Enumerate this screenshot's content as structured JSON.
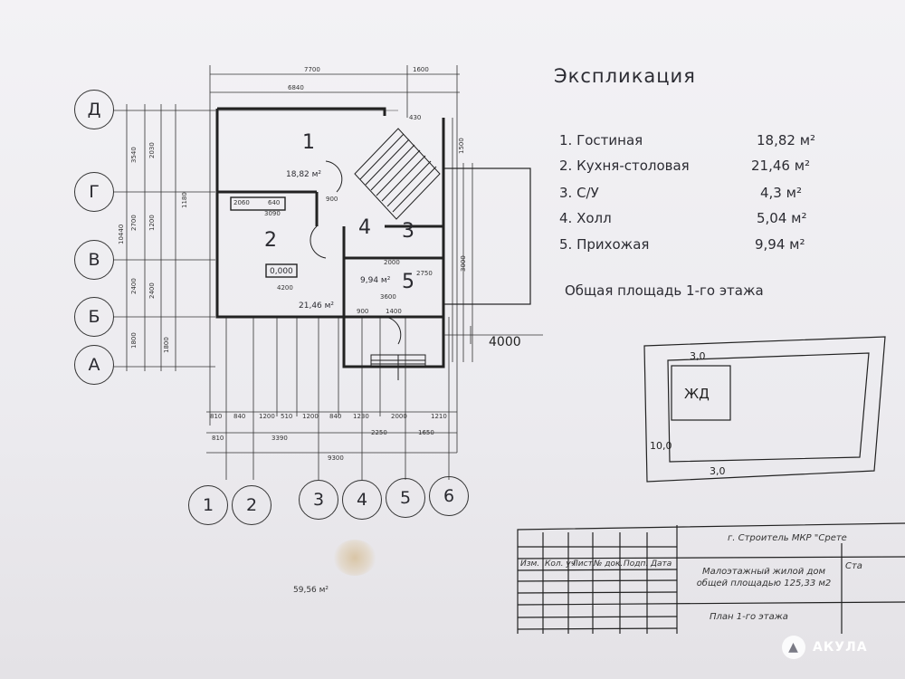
{
  "sheet_title": "Экспликация",
  "explication": [
    {
      "name": "1. Гостиная",
      "area": "18,82 м²"
    },
    {
      "name": "2. Кухня-столовая",
      "area": "21,46 м²"
    },
    {
      "name": "3. С/У",
      "area": "4,3 м²"
    },
    {
      "name": "4. Холл",
      "area": "5,04 м²"
    },
    {
      "name": "5. Прихожая",
      "area": "9,94 м²"
    }
  ],
  "total_area_label": "Общая площадь 1-го этажа",
  "axes_letters": [
    "Д",
    "Г",
    "В",
    "Б",
    "А"
  ],
  "axes_numbers": [
    "1",
    "2",
    "3",
    "4",
    "5",
    "6"
  ],
  "plan": {
    "room_numbers": [
      "1",
      "2",
      "3",
      "4",
      "5"
    ],
    "room_areas": {
      "r1": "18,82 м²",
      "r2": "21,46 м²",
      "r5": "9,94 м²"
    },
    "level_mark": "0,000",
    "overall_area": "59,56 м²",
    "dims_top": [
      "7700",
      "1600"
    ],
    "dims_top_inner": [
      "6840",
      "430"
    ],
    "dims_bottom_row1": [
      "810",
      "840",
      "1200",
      "510",
      "1200",
      "840",
      "1230",
      "2000",
      "1210"
    ],
    "dims_bottom_row2": [
      "810",
      "3390",
      "2250",
      "1650"
    ],
    "dims_bottom_total": "9300",
    "dims_left": [
      "3540",
      "2700",
      "2400",
      "1800"
    ],
    "dims_left_total": "10440",
    "dims_left_inner": [
      "2030",
      "1200",
      "2400",
      "1800"
    ],
    "dims_misc": [
      "3090",
      "2060",
      "640",
      "900",
      "4200",
      "2000",
      "3600",
      "1400",
      "900",
      "2750",
      "3000",
      "1500",
      "1180"
    ],
    "porch_dim": "4000"
  },
  "site_plan": {
    "label": "ЖД",
    "dims": [
      "3,0",
      "10,0",
      "3,0"
    ]
  },
  "title_block": {
    "header_cols": [
      "Изм.",
      "Кол. уч",
      "Лист",
      "№ док.",
      "Подп.",
      "Дата"
    ],
    "location": "г. Строитель МКР \"Срете",
    "project": "Малоэтажный жилой дом общей площадью 125,33 м2",
    "sheet": "План 1-го этажа",
    "stage_col": "Ста"
  },
  "watermark": "АКУЛА",
  "colors": {
    "ink": "#2a2a30",
    "paper": "#eeedf0",
    "stain": "#d2b47c"
  }
}
